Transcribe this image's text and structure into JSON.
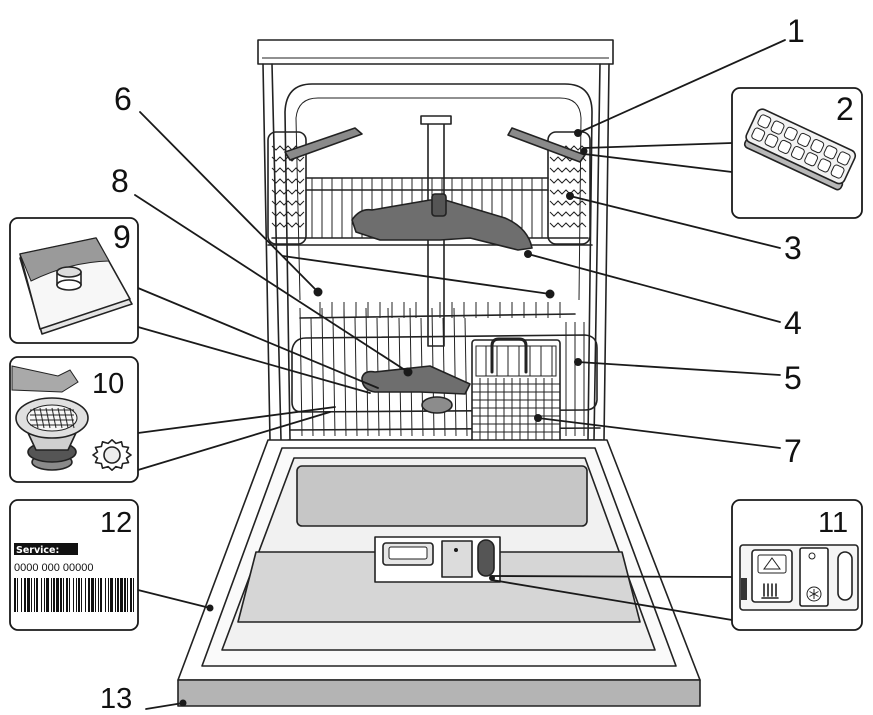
{
  "callouts": {
    "c1": "1",
    "c2": "2",
    "c3": "3",
    "c4": "4",
    "c5": "5",
    "c6": "6",
    "c7": "7",
    "c8": "8",
    "c9": "9",
    "c10": "10",
    "c11": "11",
    "c12": "12",
    "c13": "13"
  },
  "rating_plate": {
    "service_label": "Service:",
    "service_number": "0000 000 00000"
  },
  "colors": {
    "line": "#222222",
    "spray_arm": "#6e6e6e",
    "door_window": "#c6c6c6",
    "kick_plate": "#b4b4b4"
  }
}
